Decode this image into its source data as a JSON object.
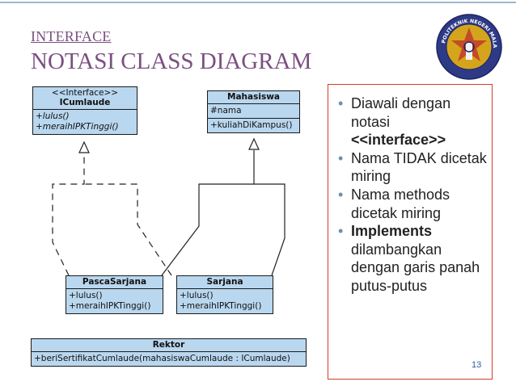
{
  "header": {
    "subtitle": "INTERFACE",
    "title": "NOTASI CLASS DIAGRAM"
  },
  "logo": {
    "text": "POLITEKNIK NEGERI MALANG",
    "colors": {
      "outer": "#2e3a86",
      "inner": "#d4a51c"
    }
  },
  "diagram": {
    "icumlaude": {
      "stereotype": "<<Interface>>",
      "name": "ICumlaude",
      "methods": [
        "+lulus()",
        "+meraihIPKTinggi()"
      ]
    },
    "mahasiswa": {
      "name": "Mahasiswa",
      "attributes": [
        "#nama"
      ],
      "methods": [
        "+kuliahDiKampus()"
      ]
    },
    "pascasarjana": {
      "name": "PascaSarjana",
      "methods": [
        "+lulus()",
        "+meraihIPKTinggi()"
      ]
    },
    "sarjana": {
      "name": "Sarjana",
      "methods": [
        "+lulus()",
        "+meraihIPKTinggi()"
      ]
    },
    "rektor": {
      "name": "Rektor",
      "methods": [
        "+beriSertifikatCumlaude(mahasiswaCumlaude : ICumlaude)"
      ]
    }
  },
  "notes": {
    "b1": "Diawali dengan notasi",
    "b1_strong": "<<interface>>",
    "b2": "Nama TIDAK dicetak miring",
    "b3": "Nama methods dicetak miring",
    "b4_strong": "Implements",
    "b4": "dilambangkan dengan garis panah putus-putus"
  },
  "page_number": "13",
  "colors": {
    "box_fill": "#b9d7ef",
    "title": "#7b4f80",
    "callout_border": "#d73b2a",
    "page_number": "#2d5f9a"
  }
}
